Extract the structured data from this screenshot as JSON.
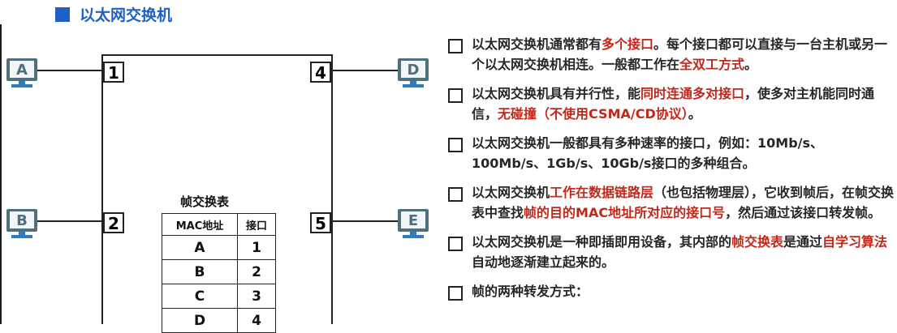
{
  "title": "以太网交换机",
  "colors": {
    "title_blue": "#1f5fc8",
    "highlight_red": "#c0281b",
    "host_frame": "#4f6f7c",
    "host_screen": "#f3f6f7",
    "host_stand": "#2f7bc2"
  },
  "hosts": [
    {
      "id": "A",
      "label": "A",
      "icon": "computer-icon"
    },
    {
      "id": "B",
      "label": "B",
      "icon": "computer-icon"
    },
    {
      "id": "D",
      "label": "D",
      "icon": "computer-icon"
    },
    {
      "id": "E",
      "label": "E",
      "icon": "computer-icon"
    }
  ],
  "ports": [
    {
      "id": "p1",
      "label": "1"
    },
    {
      "id": "p2",
      "label": "2"
    },
    {
      "id": "p4",
      "label": "4"
    },
    {
      "id": "p5",
      "label": "5"
    }
  ],
  "frame_table": {
    "title": "帧交换表",
    "headers": [
      "MAC地址",
      "接口"
    ],
    "rows": [
      [
        "A",
        "1"
      ],
      [
        "B",
        "2"
      ],
      [
        "C",
        "3"
      ],
      [
        "D",
        "4"
      ]
    ]
  },
  "bullets": [
    {
      "segments": [
        {
          "text": "以太网交换机通常都有",
          "hl": false
        },
        {
          "text": "多个接口",
          "hl": true
        },
        {
          "text": "。每个接口都可以直接与一台主机或另一个以太网交换机相连。一般都工作在",
          "hl": false
        },
        {
          "text": "全双工方式",
          "hl": true
        },
        {
          "text": "。",
          "hl": false
        }
      ]
    },
    {
      "segments": [
        {
          "text": "以太网交换机具有并行性，能",
          "hl": false
        },
        {
          "text": "同时连通多对接口",
          "hl": true
        },
        {
          "text": "，使多对主机能同时通信，",
          "hl": false
        },
        {
          "text": "无碰撞（不使用CSMA/CD协议）",
          "hl": true
        },
        {
          "text": "。",
          "hl": false
        }
      ]
    },
    {
      "segments": [
        {
          "text": "以太网交换机一般都具有多种速率的接口，例如：10Mb/s、100Mb/s、1Gb/s、10Gb/s接口的多种组合。",
          "hl": false
        }
      ]
    },
    {
      "segments": [
        {
          "text": "以太网交换机",
          "hl": false
        },
        {
          "text": "工作在数据链路层",
          "hl": true
        },
        {
          "text": "（也包括物理层），它收到帧后，在帧交换表中查找",
          "hl": false
        },
        {
          "text": "帧的目的MAC地址所对应的接口号",
          "hl": true
        },
        {
          "text": "，然后通过该接口转发帧。",
          "hl": false
        }
      ]
    },
    {
      "segments": [
        {
          "text": "以太网交换机是一种即插即用设备，其内部的",
          "hl": false
        },
        {
          "text": "帧交换表",
          "hl": true
        },
        {
          "text": "是通过",
          "hl": false
        },
        {
          "text": "自学习算法",
          "hl": true
        },
        {
          "text": "自动地逐渐建立起来的。",
          "hl": false
        }
      ]
    },
    {
      "segments": [
        {
          "text": "帧的两种转发方式：",
          "hl": false
        }
      ]
    }
  ]
}
